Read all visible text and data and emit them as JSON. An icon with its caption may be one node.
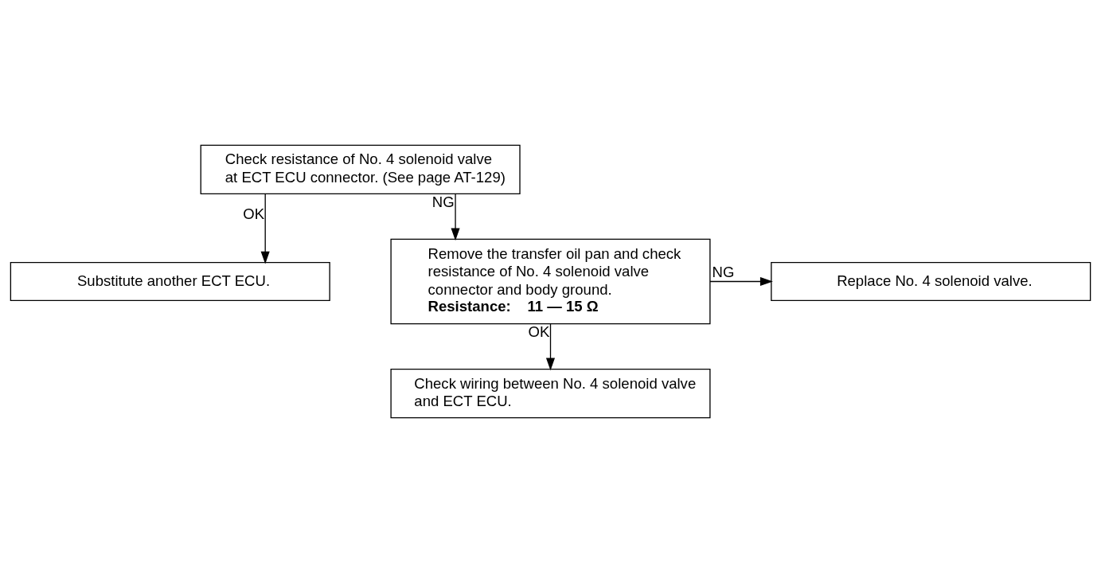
{
  "diagram": {
    "nodes": [
      {
        "text": [
          "Check resistance of No. 4 solenoid valve at ECT ECU connector. (See page AT-129)"
        ]
      },
      {
        "text": [
          "Substitute another ECT ECU."
        ]
      },
      {
        "text": [
          "Remove the transfer oil pan and check resistance of No. 4 solenoid valve connector and body ground.",
          "Resistance:    11 — 15 Ω"
        ]
      },
      {
        "text": [
          "Replace No. 4 solenoid valve."
        ]
      },
      {
        "text": [
          "Check wiring between No. 4 solenoid valve and ECT ECU."
        ]
      }
    ],
    "edges": [
      {
        "from": 0,
        "to": 1,
        "arrow": "to",
        "label": "OK"
      },
      {
        "from": 0,
        "to": 2,
        "arrow": "to",
        "label": "NG"
      },
      {
        "from": 2,
        "to": 3,
        "arrow": "to",
        "label": "NG"
      },
      {
        "from": 2,
        "to": 4,
        "arrow": "to",
        "label": "OK"
      }
    ]
  }
}
